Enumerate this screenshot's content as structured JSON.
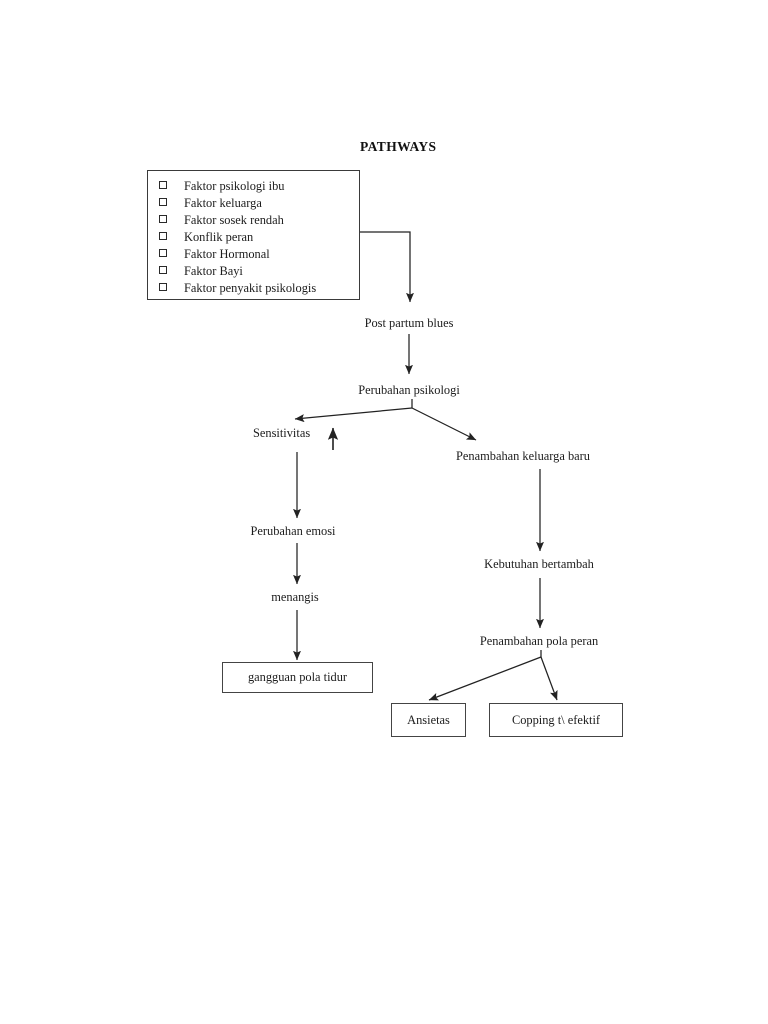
{
  "document": {
    "title": "PATHWAYS"
  },
  "factors_box": {
    "name": "faktor-penyebab-box",
    "bullet_glyph": "square-bullet",
    "items": [
      {
        "label": "Faktor psikologi ibu"
      },
      {
        "label": "Faktor keluarga"
      },
      {
        "label": "Faktor sosek rendah"
      },
      {
        "label": "Konflik peran"
      },
      {
        "label": "Faktor Hormonal"
      },
      {
        "label": "Faktor Bayi"
      },
      {
        "label": "Faktor penyakit psikologis"
      }
    ]
  },
  "nodes": {
    "post_partum_blues": "Post partum blues",
    "perubahan_psikologi": "Perubahan psikologi",
    "sensitivitas": "Sensitivitas",
    "sensitivitas_arrow": "↑",
    "penambahan_keluarga_baru": "Penambahan keluarga baru",
    "perubahan_emosi": "Perubahan emosi",
    "menangis": "menangis",
    "kebutuhan_bertambah": "Kebutuhan bertambah",
    "penambahan_pola_peran": "Penambahan pola peran",
    "gangguan_pola_tidur": "gangguan pola tidur",
    "ansietas": "Ansietas",
    "copping_tidak_efektif": "Copping t\\ efektif"
  },
  "chart_data": {
    "type": "diagram",
    "title": "PATHWAYS",
    "subtype": "flowchart",
    "nodes": [
      {
        "id": "faktor",
        "label": "Faktor psikologi ibu; Faktor keluarga; Faktor sosek rendah; Konflik peran; Faktor Hormonal; Faktor Bayi; Faktor penyakit psikologis",
        "shape": "rectangle"
      },
      {
        "id": "ppb",
        "label": "Post partum blues",
        "shape": "none"
      },
      {
        "id": "perubahan_psikologi",
        "label": "Perubahan psikologi",
        "shape": "none"
      },
      {
        "id": "sensitivitas",
        "label": "Sensitivitas ↑",
        "shape": "none"
      },
      {
        "id": "penambahan_keluarga",
        "label": "Penambahan keluarga baru",
        "shape": "none"
      },
      {
        "id": "perubahan_emosi",
        "label": "Perubahan emosi",
        "shape": "none"
      },
      {
        "id": "menangis",
        "label": "menangis",
        "shape": "none"
      },
      {
        "id": "gangguan_tidur",
        "label": "gangguan pola tidur",
        "shape": "rectangle"
      },
      {
        "id": "kebutuhan",
        "label": "Kebutuhan bertambah",
        "shape": "none"
      },
      {
        "id": "pola_peran",
        "label": "Penambahan pola peran",
        "shape": "none"
      },
      {
        "id": "ansietas",
        "label": "Ansietas",
        "shape": "rectangle"
      },
      {
        "id": "copping",
        "label": "Copping t\\ efektif",
        "shape": "rectangle"
      }
    ],
    "edges": [
      {
        "from": "faktor",
        "to": "ppb"
      },
      {
        "from": "ppb",
        "to": "perubahan_psikologi"
      },
      {
        "from": "perubahan_psikologi",
        "to": "sensitivitas"
      },
      {
        "from": "perubahan_psikologi",
        "to": "penambahan_keluarga"
      },
      {
        "from": "sensitivitas",
        "to": "perubahan_emosi"
      },
      {
        "from": "perubahan_emosi",
        "to": "menangis"
      },
      {
        "from": "menangis",
        "to": "gangguan_tidur"
      },
      {
        "from": "penambahan_keluarga",
        "to": "kebutuhan"
      },
      {
        "from": "kebutuhan",
        "to": "pola_peran"
      },
      {
        "from": "pola_peran",
        "to": "ansietas"
      },
      {
        "from": "pola_peran",
        "to": "copping"
      }
    ],
    "colors": {
      "stroke": "#2a2a2a",
      "text": "#1c1c1c",
      "background": "#ffffff"
    }
  }
}
